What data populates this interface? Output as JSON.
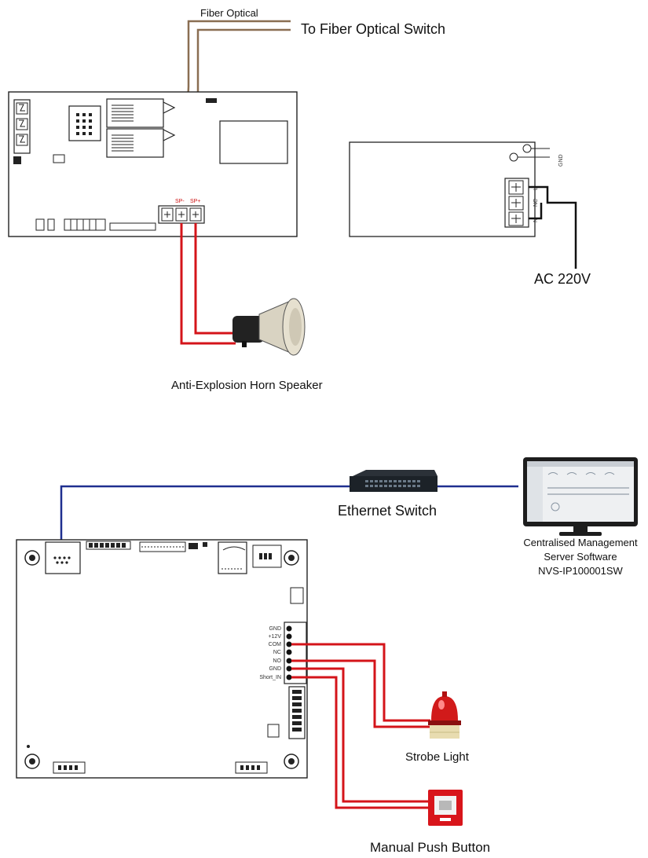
{
  "labels": {
    "fiber_optical": "Fiber Optical",
    "to_fiber_switch": "To Fiber Optical Switch",
    "ac_220v": "AC 220V",
    "gnd_psu": "GND",
    "psu_l": "L",
    "psu_nc": "NC",
    "psu_n": "N",
    "horn_speaker": "Anti-Explosion Horn Speaker",
    "sp_minus": "SP-",
    "sp_plus": "SP+",
    "ethernet_switch": "Ethernet Switch",
    "cms_line1": "Centralised Management",
    "cms_line2": "Server Software",
    "cms_line3": "NVS-IP100001SW",
    "strobe_light": "Strobe Light",
    "manual_push_button": "Manual Push Button"
  },
  "terminal_pins": [
    "GND",
    "+12V",
    "COM",
    "NC",
    "NO",
    "GND",
    "Short_IN"
  ],
  "colors": {
    "signal_wire": "#d4141a",
    "network_cable": "#1f2f8f",
    "fiber_cable": "#8a6e52",
    "power_wire": "#111111",
    "board_outline": "#222222"
  }
}
